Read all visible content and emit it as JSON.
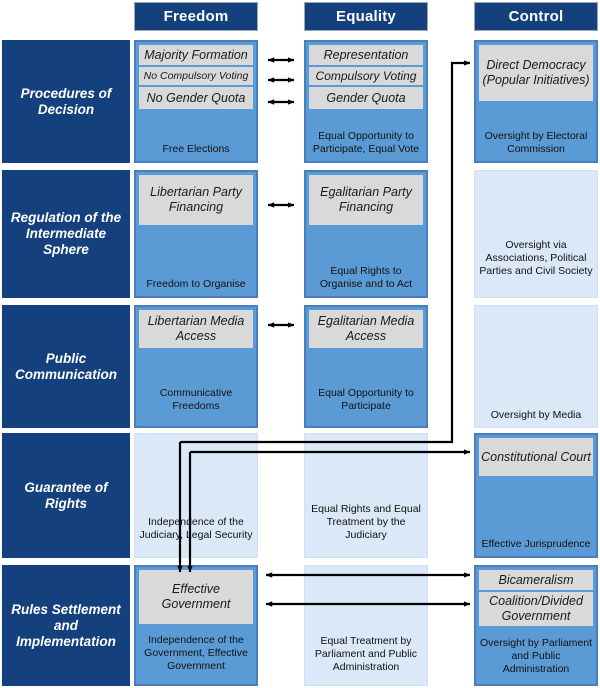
{
  "diagram": {
    "title": "Freedom, Equality and Control across Democratic Functions",
    "colors": {
      "dark_blue": "#15407E",
      "active_blue": "#5B9BD5",
      "pale_blue": "#DAE8F8",
      "subbox_gray": "#D9D9D9",
      "arrow_black": "#000000"
    }
  },
  "columns": [
    {
      "id": "freedom",
      "label": "Freedom"
    },
    {
      "id": "equality",
      "label": "Equality"
    },
    {
      "id": "control",
      "label": "Control"
    }
  ],
  "rows": [
    {
      "id": "procedures-of-decision",
      "label": "Procedures of Decision",
      "freedom": {
        "state": "active",
        "items": [
          "Majority Formation",
          "No Compulsory Voting",
          "No Gender Quota"
        ],
        "caption": "Free Elections"
      },
      "equality": {
        "state": "active",
        "items": [
          "Representation",
          "Compulsory Voting",
          "Gender Quota"
        ],
        "caption": "Equal Opportunity to Participate, Equal Vote"
      },
      "control": {
        "state": "active",
        "items": [
          "Direct Democracy (Popular Initiatives)"
        ],
        "caption": "Oversight by Electoral Commission"
      }
    },
    {
      "id": "regulation-of-the-intermediate-sphere",
      "label": "Regulation of the Intermediate Sphere",
      "freedom": {
        "state": "active",
        "items": [
          "Libertarian Party Financing"
        ],
        "caption": "Freedom to Organise"
      },
      "equality": {
        "state": "active",
        "items": [
          "Egalitarian Party Financing"
        ],
        "caption": "Equal Rights to Organise and to Act"
      },
      "control": {
        "state": "pale",
        "items": [],
        "caption": "Oversight via Associations, Political Parties and Civil Society"
      }
    },
    {
      "id": "public-communication",
      "label": "Public Communication",
      "freedom": {
        "state": "active",
        "items": [
          "Libertarian Media Access"
        ],
        "caption": "Communicative Freedoms"
      },
      "equality": {
        "state": "active",
        "items": [
          "Egalitarian Media Access"
        ],
        "caption": "Equal Opportunity to Participate"
      },
      "control": {
        "state": "pale",
        "items": [],
        "caption": "Oversight by Media"
      }
    },
    {
      "id": "guarantee-of-rights",
      "label": "Guarantee of Rights",
      "freedom": {
        "state": "pale",
        "items": [],
        "caption": "Independence of the Judiciary, Legal Security"
      },
      "equality": {
        "state": "pale",
        "items": [],
        "caption": "Equal Rights and Equal Treatment by the Judiciary"
      },
      "control": {
        "state": "active",
        "items": [
          "Constitutional Court"
        ],
        "caption": "Effective Jurisprudence"
      }
    },
    {
      "id": "rules-settlement-and-implementation",
      "label": "Rules Settlement and Implementation",
      "freedom": {
        "state": "active",
        "items": [
          "Effective Government"
        ],
        "caption": "Independence of the Government, Effective Government"
      },
      "equality": {
        "state": "pale",
        "items": [],
        "caption": "Equal Treatment by Parliament and Public Administration"
      },
      "control": {
        "state": "active",
        "items": [
          "Bicameralism",
          "Coalition/Divided Government"
        ],
        "caption": "Oversight by Parliament and Public Administration"
      }
    }
  ],
  "connectors": [
    {
      "id": "r1-majority-representation",
      "type": "double-headed-arrow",
      "from": "freedom.majority-formation",
      "to": "equality.representation"
    },
    {
      "id": "r1-compulsory-voting",
      "type": "double-headed-arrow",
      "from": "freedom.no-compulsory-voting",
      "to": "equality.compulsory-voting"
    },
    {
      "id": "r1-gender-quota",
      "type": "double-headed-arrow",
      "from": "freedom.no-gender-quota",
      "to": "equality.gender-quota"
    },
    {
      "id": "r2-party-financing",
      "type": "double-headed-arrow",
      "from": "freedom.libertarian-party-financing",
      "to": "equality.egalitarian-party-financing"
    },
    {
      "id": "r3-media-access",
      "type": "double-headed-arrow",
      "from": "freedom.libertarian-media-access",
      "to": "equality.egalitarian-media-access"
    },
    {
      "id": "r4-to-direct-democracy",
      "type": "elbow-arrow",
      "from": "guarantee-of-rights",
      "to": "control.direct-democracy"
    },
    {
      "id": "r4-to-constitutional-court",
      "type": "elbow-arrow",
      "from": "guarantee-of-rights",
      "to": "control.constitutional-court"
    },
    {
      "id": "r4-down-to-effective-government-a",
      "type": "elbow-arrow",
      "from": "guarantee-of-rights",
      "to": "freedom.effective-government"
    },
    {
      "id": "r4-down-to-effective-government-b",
      "type": "elbow-arrow",
      "from": "guarantee-of-rights",
      "to": "freedom.effective-government"
    },
    {
      "id": "r5-bicameralism",
      "type": "double-headed-arrow",
      "from": "freedom.effective-government",
      "to": "control.bicameralism"
    },
    {
      "id": "r5-coalition-divided-government",
      "type": "double-headed-arrow",
      "from": "freedom.effective-government",
      "to": "control.coalition-divided-government"
    }
  ]
}
